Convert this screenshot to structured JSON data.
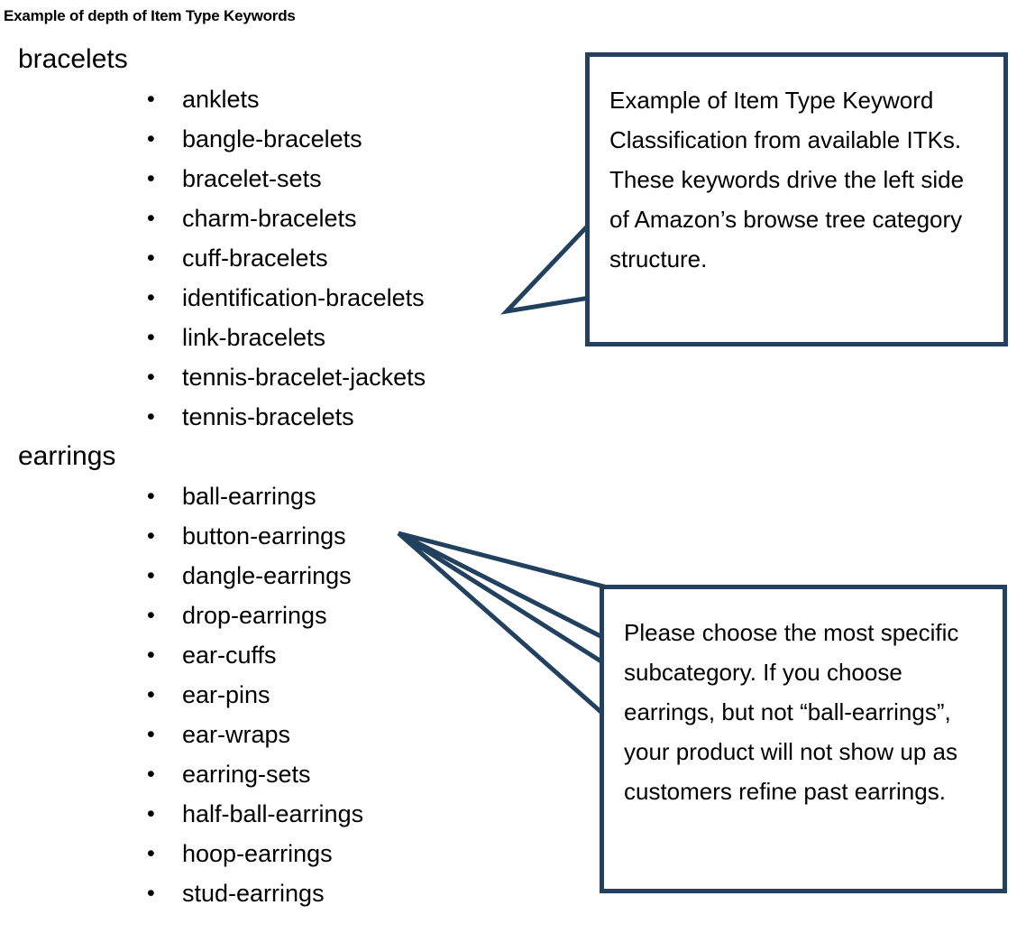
{
  "slide": {
    "title": "Example of depth of Item Type Keywords",
    "accent_color": "#22415e",
    "background_color": "#ffffff",
    "text_color": "#000000"
  },
  "tree": {
    "groups": [
      {
        "label": "bracelets",
        "bullet_glyph": "•",
        "items": [
          "anklets",
          "bangle-bracelets",
          "bracelet-sets",
          "charm-bracelets",
          "cuff-bracelets",
          "identification-bracelets",
          "link-bracelets",
          "tennis-bracelet-jackets",
          "tennis-bracelets"
        ]
      },
      {
        "label": "earrings",
        "bullet_glyph": "•",
        "items": [
          "ball-earrings",
          "button-earrings",
          "dangle-earrings",
          "drop-earrings",
          "ear-cuffs",
          "ear-pins",
          "ear-wraps",
          "earring-sets",
          "half-ball-earrings",
          "hoop-earrings",
          "stud-earrings"
        ]
      }
    ]
  },
  "callouts": [
    {
      "id": "itk",
      "text": "Example of Item Type Keyword Classification from available ITKs.  These keywords drive the left side of Amazon’s browse tree category structure.",
      "points_to": "identification-bracelets"
    },
    {
      "id": "specific",
      "text": "Please choose the most specific subcategory.  If you choose earrings, but not “ball-earrings”, your product will not show up as customers refine past earrings.",
      "points_to": "button-earrings"
    }
  ]
}
